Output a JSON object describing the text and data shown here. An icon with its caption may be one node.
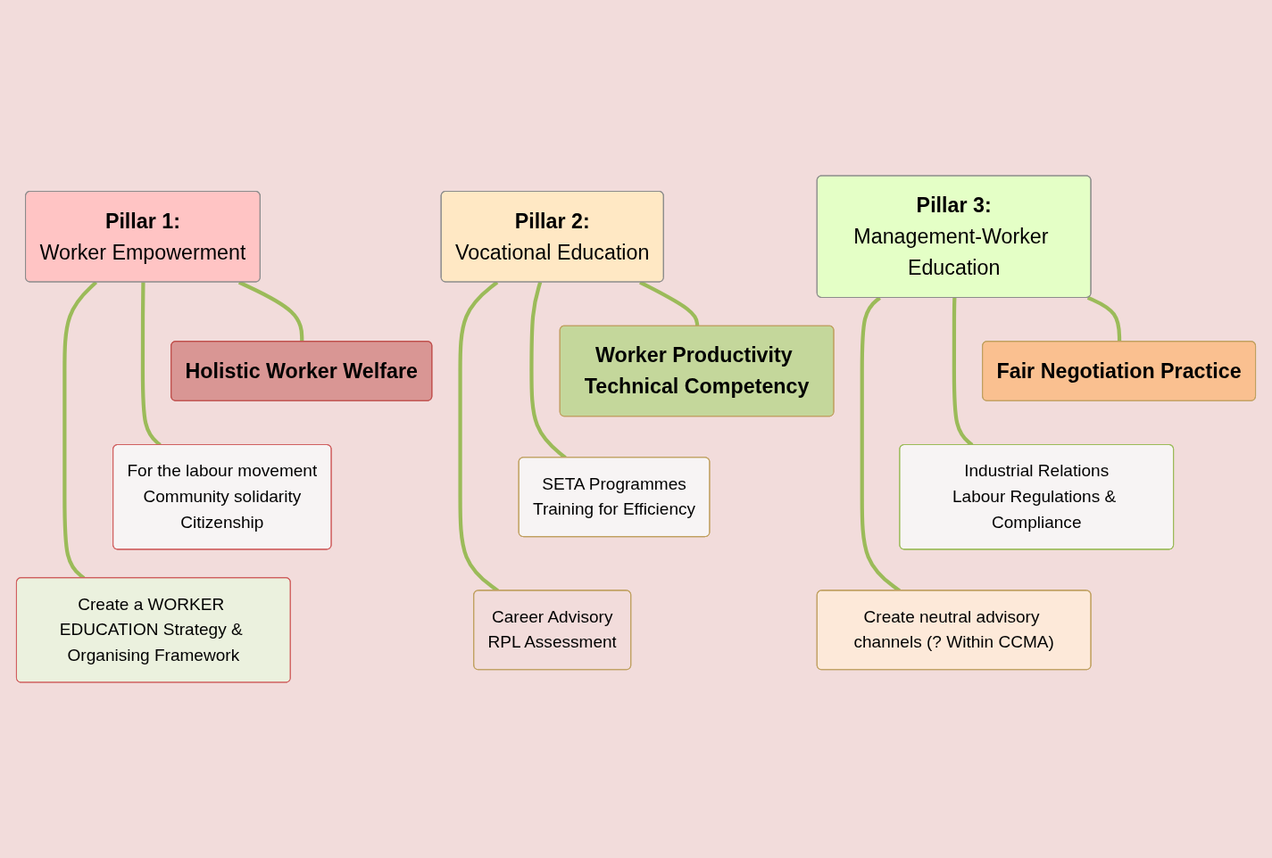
{
  "diagram": {
    "nodes": [
      {
        "text": [
          "Pillar 1:",
          "Worker Empowerment"
        ]
      },
      {
        "text": [
          "Holistic Worker Welfare"
        ]
      },
      {
        "text": [
          "For the labour movement",
          "Community solidarity",
          "Citizenship"
        ]
      },
      {
        "text": [
          "Create a WORKER EDUCATION Strategy & Organising Framework"
        ]
      },
      {
        "text": [
          "Pillar 2:",
          "Vocational Education"
        ]
      },
      {
        "text": [
          "Worker Productivity Technical Competency"
        ]
      },
      {
        "text": [
          "SETA Programmes",
          "Training for Efficiency"
        ]
      },
      {
        "text": [
          "Career Advisory",
          "RPL Assessment"
        ]
      },
      {
        "text": [
          "Pillar 3:",
          "Management-Worker Education"
        ]
      },
      {
        "text": [
          "Fair Negotiation Practice"
        ]
      },
      {
        "text": [
          "Industrial Relations",
          "Labour Regulations & Compliance"
        ]
      },
      {
        "text": [
          "Create neutral advisory channels (? Within CCMA)"
        ]
      }
    ],
    "edges": [
      {
        "from": 0,
        "to": 1,
        "arrow": "none"
      },
      {
        "from": 0,
        "to": 2,
        "arrow": "none"
      },
      {
        "from": 0,
        "to": 3,
        "arrow": "none"
      },
      {
        "from": 4,
        "to": 5,
        "arrow": "none"
      },
      {
        "from": 4,
        "to": 6,
        "arrow": "none"
      },
      {
        "from": 4,
        "to": 7,
        "arrow": "none"
      },
      {
        "from": 8,
        "to": 9,
        "arrow": "none"
      },
      {
        "from": 8,
        "to": 10,
        "arrow": "none"
      },
      {
        "from": 8,
        "to": 11,
        "arrow": "none"
      }
    ]
  }
}
